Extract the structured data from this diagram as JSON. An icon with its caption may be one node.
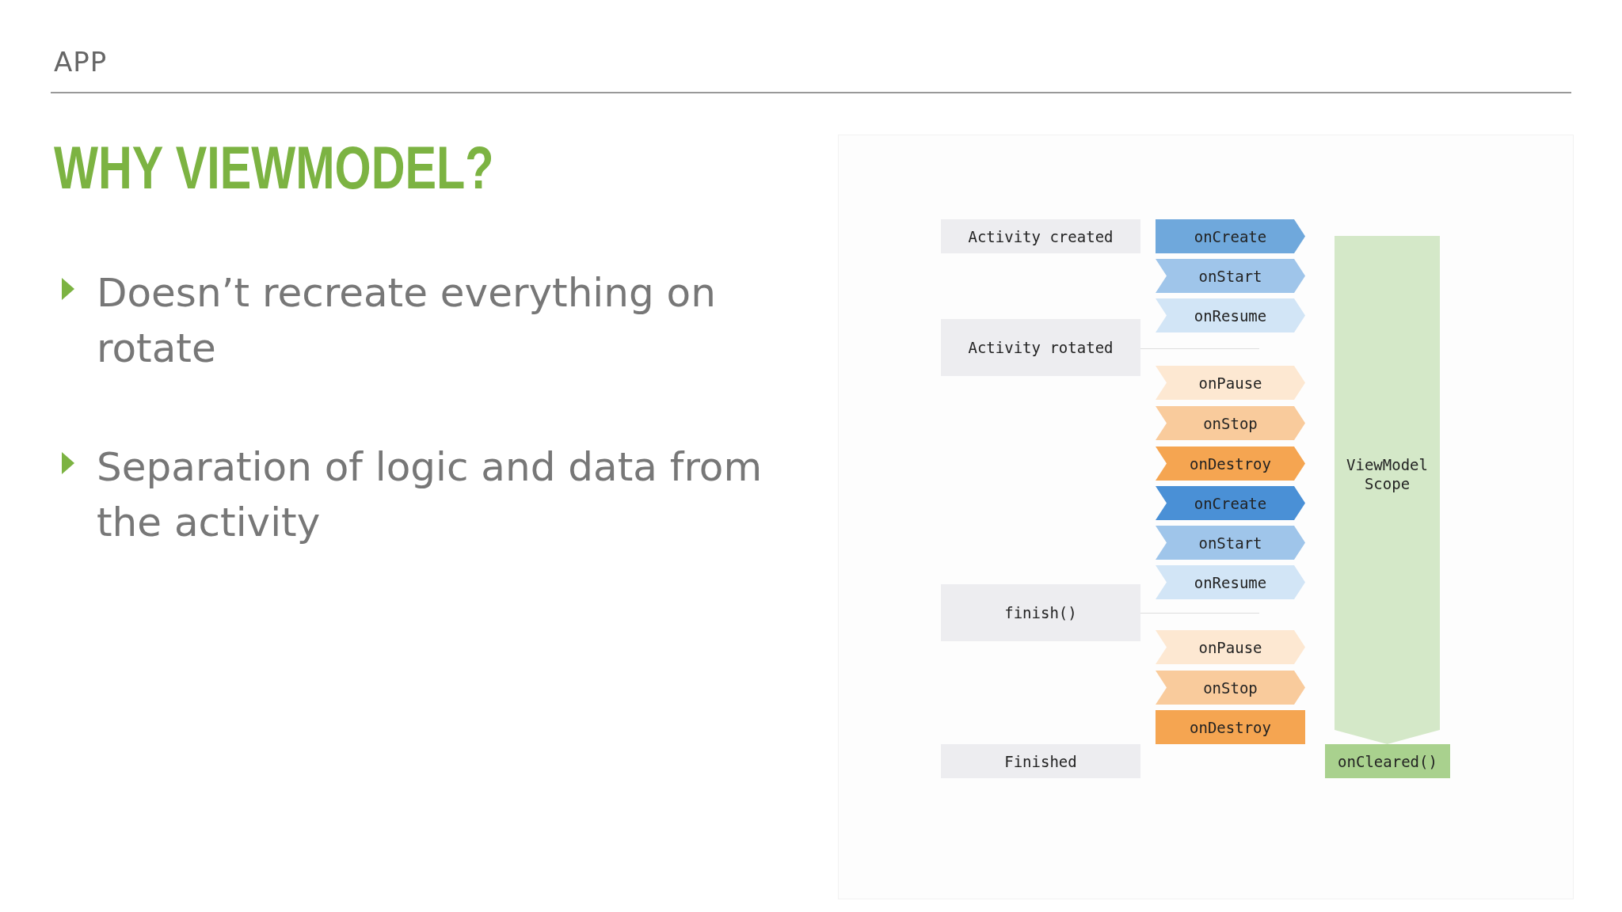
{
  "diagram": {
    "title": "WHY VIEWMODEL?",
    "nodes": [
      {
        "text": [
          "Activity created"
        ]
      },
      {
        "text": [
          "onCreate"
        ]
      },
      {
        "text": [
          "onStart"
        ]
      },
      {
        "text": [
          "onResume"
        ]
      },
      {
        "text": [
          "Activity rotated"
        ]
      },
      {
        "text": [
          "onPause"
        ]
      },
      {
        "text": [
          "onStop"
        ]
      },
      {
        "text": [
          "onDestroy"
        ]
      },
      {
        "text": [
          "onCreate"
        ]
      },
      {
        "text": [
          "onStart"
        ]
      },
      {
        "text": [
          "onResume"
        ]
      },
      {
        "text": [
          "finish()"
        ]
      },
      {
        "text": [
          "onPause"
        ]
      },
      {
        "text": [
          "onStop"
        ]
      },
      {
        "text": [
          "onDestroy"
        ]
      },
      {
        "text": [
          "Finished"
        ]
      },
      {
        "text": [
          "ViewModel Scope"
        ]
      },
      {
        "text": [
          "onCleared()"
        ]
      }
    ],
    "edges": [],
    "labels": [
      "APP",
      "Doesn’t recreate everything on rotate",
      "Separation of logic and data from the activity"
    ]
  }
}
